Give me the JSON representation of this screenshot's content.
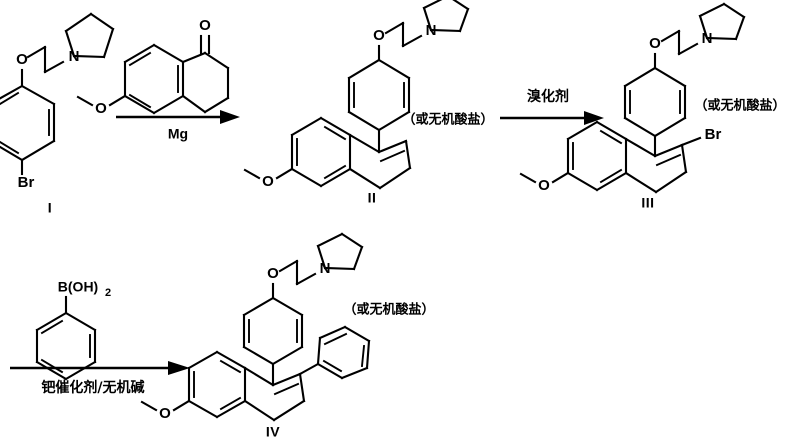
{
  "document": {
    "type": "chemical-reaction-scheme",
    "title": "",
    "background_color": "#ffffff",
    "line_color": "#000000"
  },
  "structures": {
    "compound_1": {
      "id": "I",
      "atom_labels": {
        "ether_oxygen": "O",
        "amine_nitrogen": "N",
        "halide": "Br"
      }
    },
    "compound_2": {
      "id": "II",
      "note": "（或无机酸盐）",
      "atom_labels": {
        "ether_oxygen": "O",
        "amine_nitrogen": "N",
        "methoxy_oxygen": "O"
      }
    },
    "compound_3": {
      "id": "III",
      "note": "（或无机酸盐）",
      "atom_labels": {
        "ether_oxygen": "O",
        "amine_nitrogen": "N",
        "methoxy_oxygen": "O",
        "halide": "Br"
      }
    },
    "compound_4": {
      "id": "IV",
      "note": "（或无机酸盐）",
      "atom_labels": {
        "ether_oxygen": "O",
        "amine_nitrogen": "N",
        "methoxy_oxygen": "O"
      }
    }
  },
  "reagents": {
    "tetralone": {
      "name": "6-methoxy-1-tetralone",
      "atom_labels": {
        "ketone_oxygen": "O",
        "methoxy_oxygen": "O"
      }
    },
    "phenylboronic_acid": {
      "name": "phenylboronic acid",
      "formula": "B(OH)",
      "formula_subscript": "2"
    }
  },
  "arrows": {
    "step_1": {
      "below_label": "Mg",
      "above_label": ""
    },
    "step_2": {
      "above_label": "溴化剂",
      "below_label": ""
    },
    "step_3": {
      "above_label": "",
      "below_label": "钯催化剂/无机碱"
    }
  }
}
